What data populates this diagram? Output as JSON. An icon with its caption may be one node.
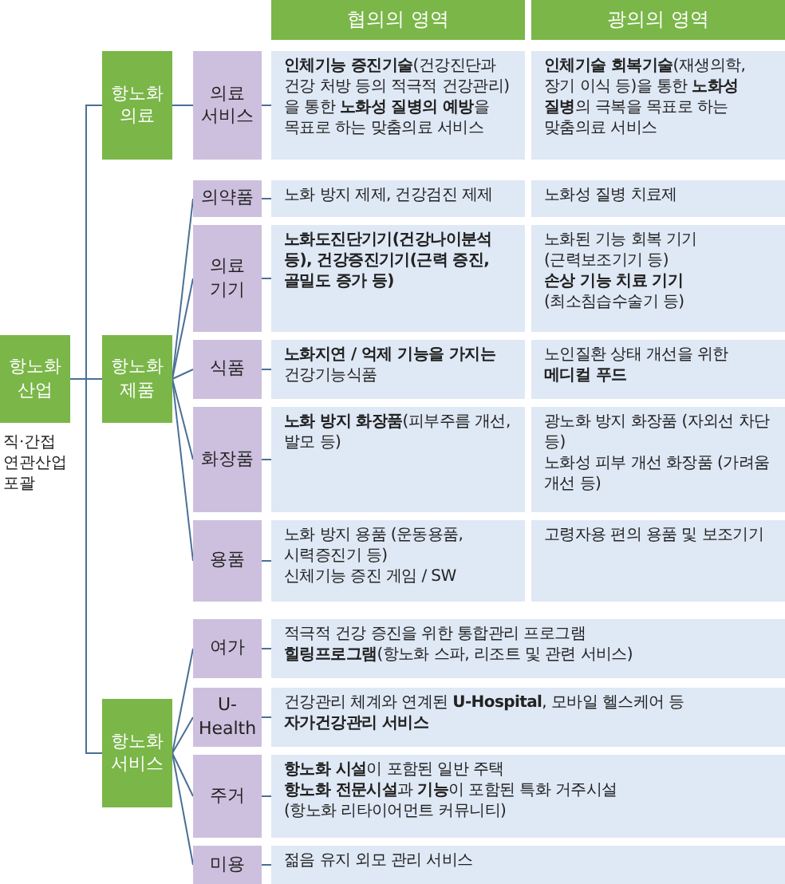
{
  "diagram": {
    "nodes": [
      {
        "text": [
          "협의의 영역"
        ]
      },
      {
        "text": [
          "광의의 영역"
        ]
      },
      {
        "text": [
          "항노화 산업"
        ],
        "beside": [
          "직·간접 연관산업 포괄"
        ]
      },
      {
        "text": [
          "항노화 의료"
        ]
      },
      {
        "text": [
          "의료 서비스"
        ]
      },
      {
        "text": [
          "**인체기능 증진기술**(건강진단과 건강 처방 등의 적극적 건강관리)을 통한 **노화성 질병의 예방**을 목표로 하는 맞춤의료 서비스"
        ]
      },
      {
        "text": [
          "**인체기술 회복기술**(재생의학, 장기 이식 등)을 통한 **노화성 질병**의 극복을 목표로 하는 맞춤의료 서비스"
        ]
      },
      {
        "text": [
          "항노화 제품"
        ]
      },
      {
        "text": [
          "의약품"
        ]
      },
      {
        "text": [
          "노화 방지 제제, 건강검진 제제"
        ]
      },
      {
        "text": [
          "노화성 질병 치료제"
        ]
      },
      {
        "text": [
          "의료 기기"
        ]
      },
      {
        "text": [
          "**노화도진단기기(건강나이분석 등), 건강증진기기(근력 증진, 골밀도 증가 등)**"
        ]
      },
      {
        "text": [
          "노화된 기능 회복 기기 (근력보조기기 등)",
          "**손상 기능 치료 기기** (최소침습수술기 등)"
        ]
      },
      {
        "text": [
          "식품"
        ]
      },
      {
        "text": [
          "**노화지연 / 억제 기능을 가지는** 건강기능식품"
        ]
      },
      {
        "text": [
          "노인질환 상태 개선을 위한 **메디컬 푸드**"
        ]
      },
      {
        "text": [
          "화장품"
        ]
      },
      {
        "text": [
          "**노화 방지 화장품**(피부주름 개선, 발모 등)"
        ]
      },
      {
        "text": [
          "광노화 방지 화장품 (자외선 차단 등)",
          "노화성 피부 개선 화장품 (가려움 개선 등)"
        ]
      },
      {
        "text": [
          "용품"
        ]
      },
      {
        "text": [
          "노화 방지 용품 (운동용품, 시력증진기 등)",
          "신체기능 증진 게임 / SW"
        ]
      },
      {
        "text": [
          "고령자용 편의 용품 및 보조기기"
        ]
      },
      {
        "text": [
          "항노화 서비스"
        ]
      },
      {
        "text": [
          "여가"
        ]
      },
      {
        "text": [
          "적극적 건강 증진을 위한 통합관리 프로그램",
          "**힐링프로그램**(항노화 스파, 리조트 및 관련 서비스)"
        ]
      },
      {
        "text": [
          "U-Health"
        ]
      },
      {
        "text": [
          "건강관리 체계와 연계된 **U-Hospital**, 모바일 헬스케어 등 **자가건강관리 서비스**"
        ]
      },
      {
        "text": [
          "주거"
        ]
      },
      {
        "text": [
          "**항노화 시설**이 포함된 일반 주택",
          "**항노화 전문시설**과 **기능**이 포함된 특화 거주시설",
          "(항노화 리타이어먼트 커뮤니티)"
        ]
      },
      {
        "text": [
          "미용"
        ]
      },
      {
        "text": [
          "젊음 유지 외모 관리 서비스"
        ]
      }
    ],
    "edges": [
      {
        "from": 2,
        "to": 3,
        "arrow": "none"
      },
      {
        "from": 2,
        "to": 7,
        "arrow": "none"
      },
      {
        "from": 2,
        "to": 23,
        "arrow": "none"
      },
      {
        "from": 3,
        "to": 4,
        "arrow": "none"
      },
      {
        "from": 4,
        "to": 5,
        "arrow": "none"
      },
      {
        "from": 7,
        "to": 8,
        "arrow": "none"
      },
      {
        "from": 8,
        "to": 9,
        "arrow": "none"
      },
      {
        "from": 7,
        "to": 11,
        "arrow": "none"
      },
      {
        "from": 11,
        "to": 12,
        "arrow": "none"
      },
      {
        "from": 7,
        "to": 14,
        "arrow": "none"
      },
      {
        "from": 14,
        "to": 15,
        "arrow": "none"
      },
      {
        "from": 7,
        "to": 17,
        "arrow": "none"
      },
      {
        "from": 17,
        "to": 18,
        "arrow": "none"
      },
      {
        "from": 7,
        "to": 20,
        "arrow": "none"
      },
      {
        "from": 20,
        "to": 21,
        "arrow": "none"
      },
      {
        "from": 23,
        "to": 24,
        "arrow": "none"
      },
      {
        "from": 24,
        "to": 25,
        "arrow": "none"
      },
      {
        "from": 23,
        "to": 26,
        "arrow": "none"
      },
      {
        "from": 26,
        "to": 27,
        "arrow": "none"
      },
      {
        "from": 23,
        "to": 28,
        "arrow": "none"
      },
      {
        "from": 28,
        "to": 29,
        "arrow": "none"
      },
      {
        "from": 23,
        "to": 30,
        "arrow": "none"
      },
      {
        "from": 30,
        "to": 31,
        "arrow": "none"
      }
    ]
  }
}
